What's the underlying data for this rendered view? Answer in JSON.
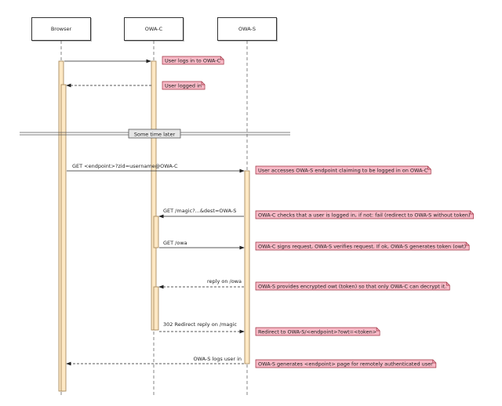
{
  "participants": [
    "Browser",
    "OWA-C",
    "OWA-S"
  ],
  "divider_label": "Some time later",
  "messages": [
    {
      "label": ""
    },
    {
      "label": ""
    },
    {
      "label": "GET <endpoint>?zid=username@OWA-C"
    },
    {
      "label": "GET /magic?...&dest=OWA-S"
    },
    {
      "label": "GET /owa"
    },
    {
      "label": "reply on /owa"
    },
    {
      "label": "302 Redirect reply on /magic"
    },
    {
      "label": "OWA-S logs user in"
    }
  ],
  "notes": [
    "User logs in to OWA-C",
    "User logged in",
    "User accesses OWA-S endpoint claiming to be logged in on OWA-C",
    "OWA-C checks that a user is logged in, if not: fail (redirect to OWA-S without token)",
    "OWA-C signs request, OWA-S verifies request. If ok, OWA-S generates token (owt)",
    "OWA-S provides encrypted owt (token) so that only OWA-C can decrypt it.",
    "Redirect to OWA-S/<endpoint>?owt=<token>",
    "OWA-S generates <endpoint> page for remotely authenticated user"
  ],
  "colors": {
    "note_fill": "#f7b9c6",
    "note_border": "#a03040",
    "activation_fill": "#fde8c4",
    "activation_border": "#a08050"
  }
}
